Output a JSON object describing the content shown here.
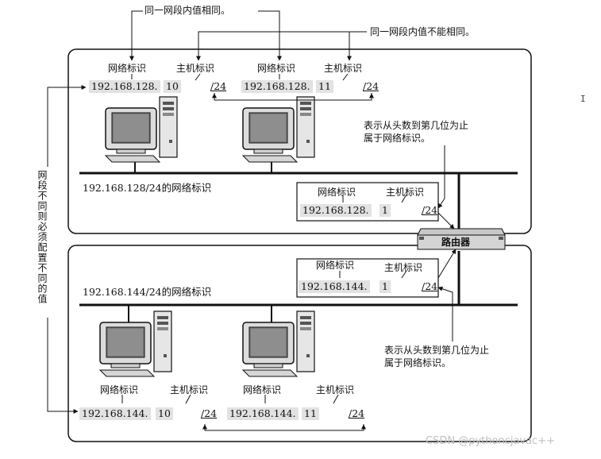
{
  "top_notes": {
    "same_network_note": "同一网段内值相同。",
    "different_host_note": "同一网段内值不能相同。"
  },
  "side_note": "网段不同则必须配置不同的值",
  "labels": {
    "network_id": "网络标识",
    "host_id": "主机标识"
  },
  "top_segment": {
    "hosts": [
      {
        "network": "192.168.128.",
        "host": "10",
        "prefix": "/24"
      },
      {
        "network": "192.168.128.",
        "host": "11",
        "prefix": "/24"
      }
    ],
    "prefix_note": "表示从头数到第几位为止属于网络标识。",
    "segment_label": "192.168.128/24的网络标识",
    "router_iface": {
      "network": "192.168.128.",
      "host": "1",
      "prefix": "/24"
    }
  },
  "router": {
    "label": "路由器"
  },
  "bottom_segment": {
    "router_iface": {
      "network": "192.168.144.",
      "host": "1",
      "prefix": "/24"
    },
    "segment_label": "192.168.144/24的网络标识",
    "prefix_note": "表示从头数到第几位为止属于网络标识。",
    "hosts": [
      {
        "network": "192.168.144.",
        "host": "10",
        "prefix": "/24"
      },
      {
        "network": "192.168.144.",
        "host": "11",
        "prefix": "/24"
      }
    ]
  },
  "watermark": "CSDN @pythoncjavac++",
  "cursor_glyph": "I"
}
